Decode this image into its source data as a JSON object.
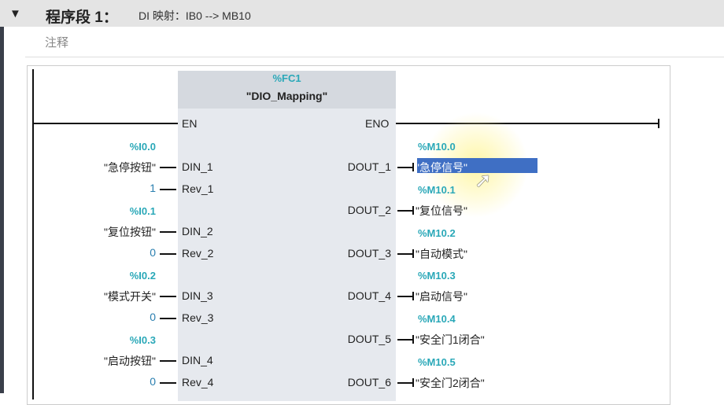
{
  "network": {
    "title": "程序段 1：",
    "subtitle": "DI 映射：IB0 --> MB10",
    "comment": "注释"
  },
  "block": {
    "address": "%FC1",
    "name": "\"DIO_Mapping\"",
    "en": "EN",
    "eno": "ENO"
  },
  "inputs": [
    {
      "addr": "%I0.0",
      "symbol": "\"急停按钮\"",
      "pin": "DIN_1",
      "rev_value": "1",
      "rev_pin": "Rev_1"
    },
    {
      "addr": "%I0.1",
      "symbol": "\"复位按钮\"",
      "pin": "DIN_2",
      "rev_value": "0",
      "rev_pin": "Rev_2"
    },
    {
      "addr": "%I0.2",
      "symbol": "\"模式开关\"",
      "pin": "DIN_3",
      "rev_value": "0",
      "rev_pin": "Rev_3"
    },
    {
      "addr": "%I0.3",
      "symbol": "\"启动按钮\"",
      "pin": "DIN_4",
      "rev_value": "0",
      "rev_pin": "Rev_4"
    }
  ],
  "outputs": [
    {
      "addr": "%M10.0",
      "symbol": "\"急停信号\"",
      "pin": "DOUT_1",
      "selected": true
    },
    {
      "addr": "%M10.1",
      "symbol": "\"复位信号\"",
      "pin": "DOUT_2"
    },
    {
      "addr": "%M10.2",
      "symbol": "\"自动模式\"",
      "pin": "DOUT_3"
    },
    {
      "addr": "%M10.3",
      "symbol": "\"启动信号\"",
      "pin": "DOUT_4"
    },
    {
      "addr": "%M10.4",
      "symbol": "\"安全门1闭合\"",
      "pin": "DOUT_5"
    },
    {
      "addr": "%M10.5",
      "symbol": "\"安全门2闭合\"",
      "pin": "DOUT_6"
    }
  ],
  "colors": {
    "address": "#2aa8b8",
    "selection": "#3f6fc4",
    "block": "#e6e9ee"
  }
}
